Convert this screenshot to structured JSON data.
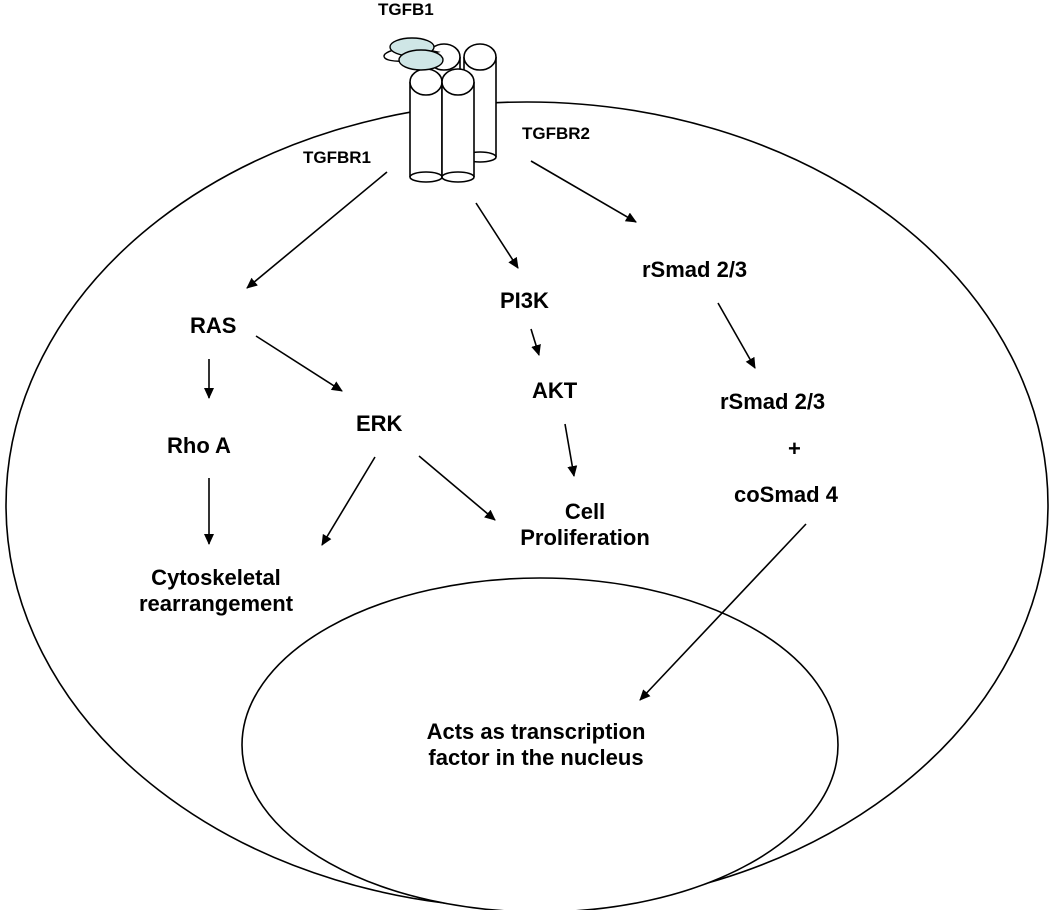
{
  "ligand": {
    "label": "TGFB1"
  },
  "receptors": {
    "type1_label": "TGFBR1",
    "type2_label": "TGFBR2"
  },
  "nodes": {
    "ras": "RAS",
    "rho_a": "Rho A",
    "erk": "ERK",
    "cytoskeletal_line1": "Cytoskeletal",
    "cytoskeletal_line2": "rearrangement",
    "pi3k": "PI3K",
    "akt": "AKT",
    "cell_prolif_line1": "Cell",
    "cell_prolif_line2": "Proliferation",
    "rsmad_1": "rSmad 2/3",
    "rsmad_2": "rSmad 2/3",
    "plus": "+",
    "cosmad": "coSmad 4",
    "nucleus_line1": "Acts as transcription",
    "nucleus_line2": "factor in the nucleus"
  },
  "colors": {
    "ligand_fill": "#cfe6e6",
    "line": "#000000",
    "background": "#ffffff"
  }
}
